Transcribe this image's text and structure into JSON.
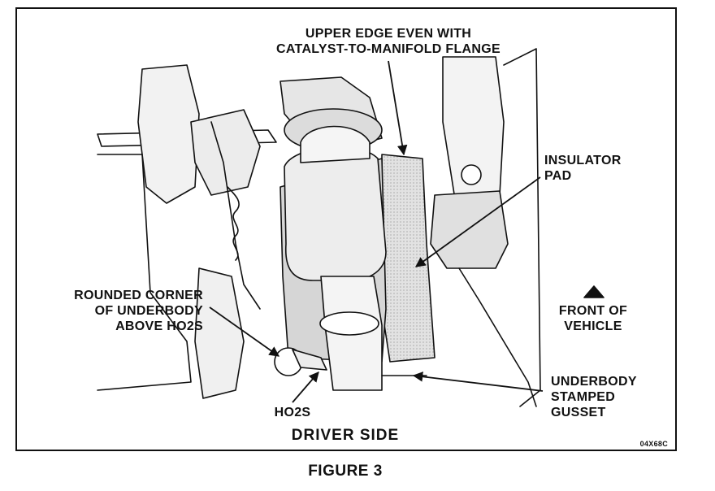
{
  "labels": {
    "upper_edge": "UPPER EDGE EVEN WITH\nCATALYST-TO-MANIFOLD FLANGE",
    "insulator_pad": "INSULATOR\nPAD",
    "rounded_corner": "ROUNDED CORNER\nOF UNDERBODY\nABOVE HO2S",
    "front_of_vehicle": "FRONT OF\nVEHICLE",
    "underbody_gusset": "UNDERBODY\nSTAMPED\nGUSSET",
    "ho2s": "HO2S",
    "driver_side": "DRIVER SIDE",
    "code": "04X68C"
  },
  "caption": "FIGURE 3",
  "colors": {
    "ink": "#111111",
    "paper": "#ffffff",
    "shade": "#d6d6d6"
  }
}
